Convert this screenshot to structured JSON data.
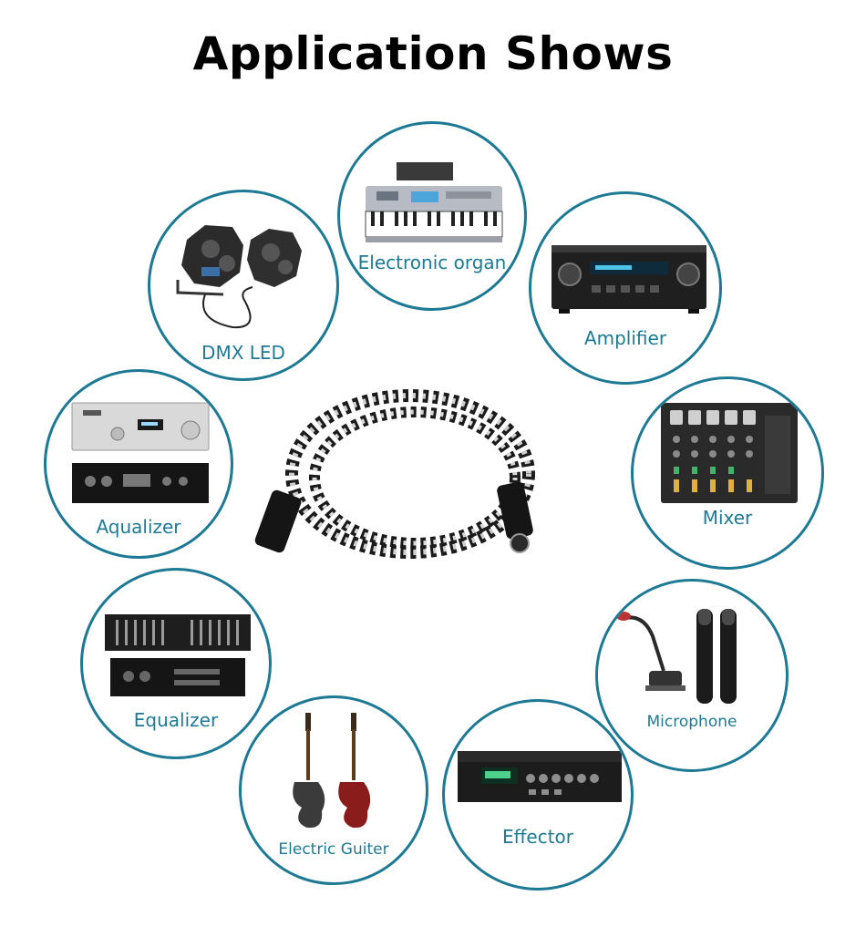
{
  "title": "Application Shows",
  "items": [
    {
      "id": "electronic-organ",
      "label": "Electronic organ",
      "icon": "keyboard-icon"
    },
    {
      "id": "dmx-led",
      "label": "DMX LED",
      "icon": "stage-light-icon"
    },
    {
      "id": "amplifier",
      "label": "Amplifier",
      "icon": "amplifier-icon"
    },
    {
      "id": "aqualizer",
      "label": "Aqualizer",
      "icon": "audio-deck-icon"
    },
    {
      "id": "mixer",
      "label": "Mixer",
      "icon": "mixer-icon"
    },
    {
      "id": "equalizer",
      "label": "Equalizer",
      "icon": "rack-equalizer-icon"
    },
    {
      "id": "microphone",
      "label": "Microphone",
      "icon": "microphone-icon"
    },
    {
      "id": "electric-guiter",
      "label": "Electric Guiter",
      "icon": "guitar-icon"
    },
    {
      "id": "effector",
      "label": "Effector",
      "icon": "effects-rack-icon"
    }
  ],
  "center": {
    "icon": "xlr-cable-icon"
  },
  "colors": {
    "ring": "#1e7a94",
    "label": "#1e7a94",
    "title": "#000000"
  }
}
